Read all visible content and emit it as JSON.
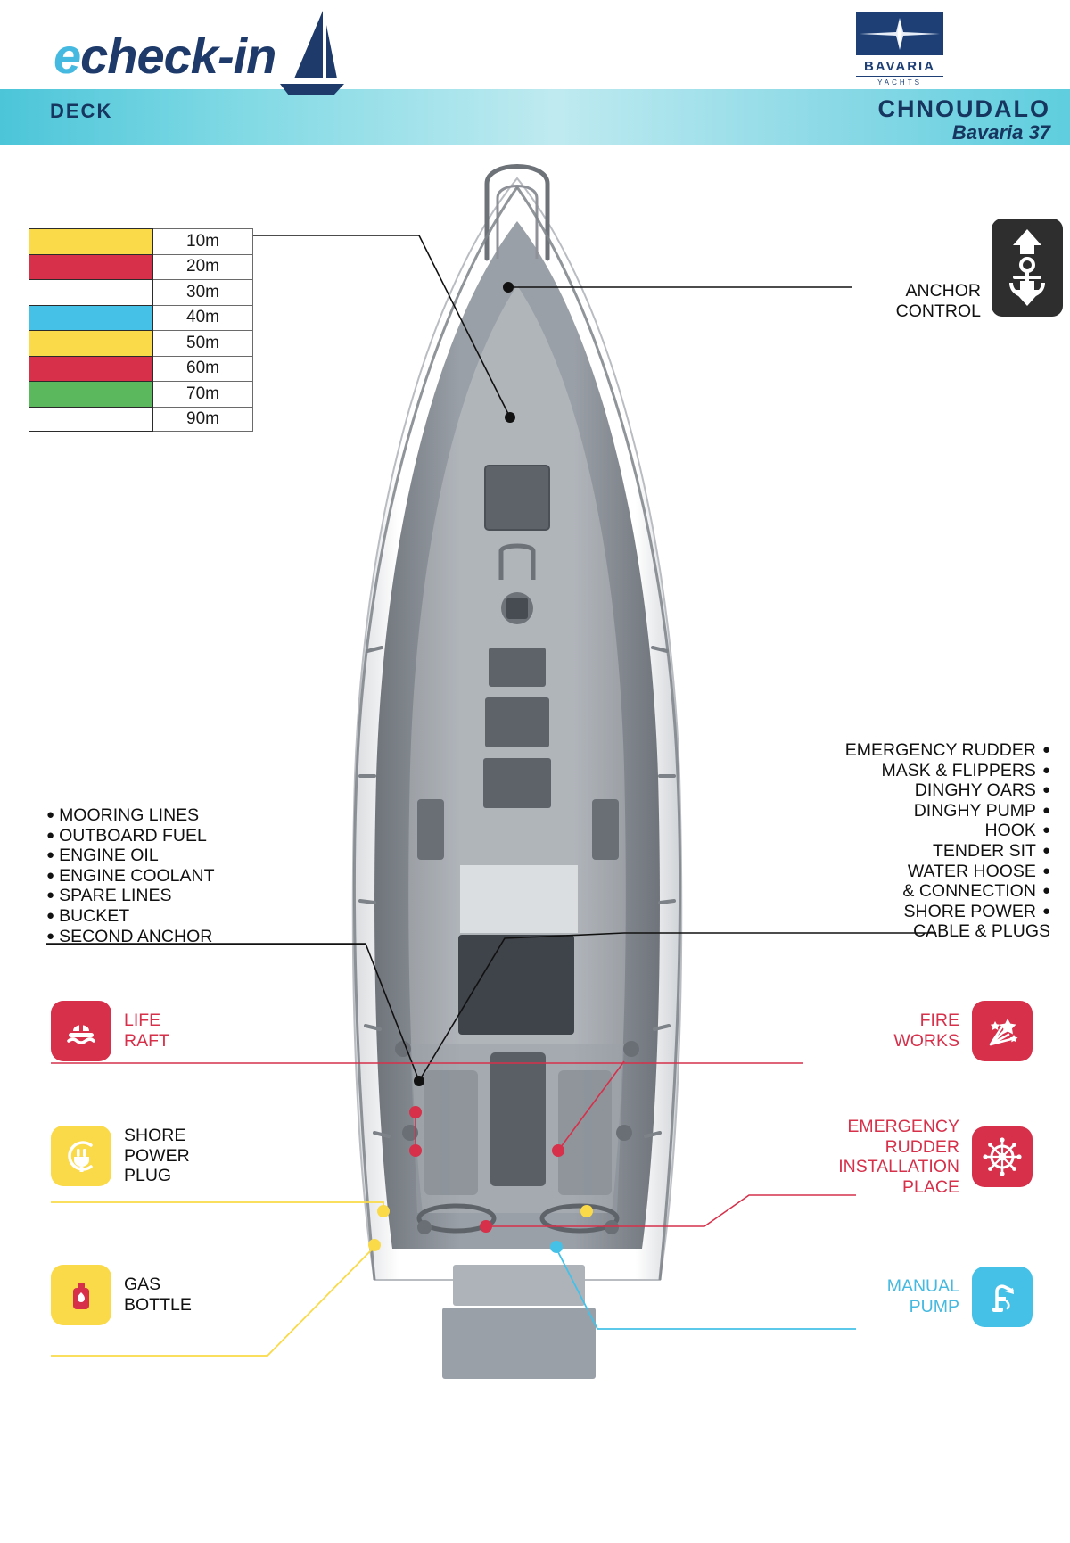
{
  "header": {
    "logo": "echeck-in",
    "logo_e": "e",
    "logo_rest": "check-in",
    "section": "DECK",
    "brand_name": "BAVARIA",
    "brand_sub": "YACHTS",
    "vessel_name": "CHNOUDALO",
    "vessel_model": "Bavaria 37",
    "boat_icon": "sailboat-icon",
    "brand_icon": "bavaria-star-icon"
  },
  "chain_legend": {
    "rows": [
      {
        "depth": "10m",
        "color": "#fada48"
      },
      {
        "depth": "20m",
        "color": "#d6304a"
      },
      {
        "depth": "30m",
        "color": "#ffffff"
      },
      {
        "depth": "40m",
        "color": "#45c1e8"
      },
      {
        "depth": "50m",
        "color": "#fada48"
      },
      {
        "depth": "60m",
        "color": "#d6304a"
      },
      {
        "depth": "70m",
        "color": "#5cb85c"
      },
      {
        "depth": "90m",
        "color": "#ffffff"
      }
    ]
  },
  "anchor_control": {
    "line1": "ANCHOR",
    "line2": "CONTROL",
    "icon": "anchor-updown-icon"
  },
  "list_left": {
    "items": [
      "MOORING LINES",
      "OUTBOARD FUEL",
      "ENGINE OIL",
      "ENGINE COOLANT",
      "SPARE LINES",
      "BUCKET",
      "SECOND ANCHOR"
    ]
  },
  "list_right": {
    "items": [
      "EMERGENCY RUDDER",
      "MASK & FLIPPERS",
      "DINGHY OARS",
      "DINGHY PUMP",
      "HOOK",
      "TENDER SIT",
      "WATER HOOSE",
      "& CONNECTION",
      "SHORE POWER",
      "CABLE & PLUGS"
    ],
    "bulleted": [
      true,
      true,
      true,
      true,
      true,
      true,
      true,
      true,
      true,
      false
    ]
  },
  "cards": {
    "liferaft": {
      "line1": "LIFE",
      "line2": "RAFT",
      "color": "#d6304a",
      "icon": "life-raft-icon"
    },
    "shorepower": {
      "line1": "SHORE",
      "line2": "POWER",
      "line3": "PLUG",
      "color": "#fada48",
      "icon": "power-plug-icon"
    },
    "gas": {
      "line1": "GAS",
      "line2": "BOTTLE",
      "color": "#fada48",
      "icon": "gas-bottle-icon"
    },
    "fireworks": {
      "line1": "FIRE",
      "line2": "WORKS",
      "color": "#d6304a",
      "icon": "fireworks-icon"
    },
    "emrudder": {
      "line1": "EMERGENCY",
      "line2": "RUDDER",
      "line3": "INSTALLATION",
      "line4": "PLACE",
      "color": "#d6304a",
      "icon": "ship-wheel-icon"
    },
    "manualpump": {
      "line1": "MANUAL",
      "line2": "PUMP",
      "color": "#45c1e8",
      "icon": "hand-pump-icon"
    }
  },
  "boat": {
    "alt": "Bavaria 37 deck plan top view",
    "deck_color": "#8e9298",
    "hull_color": "#ffffff"
  }
}
